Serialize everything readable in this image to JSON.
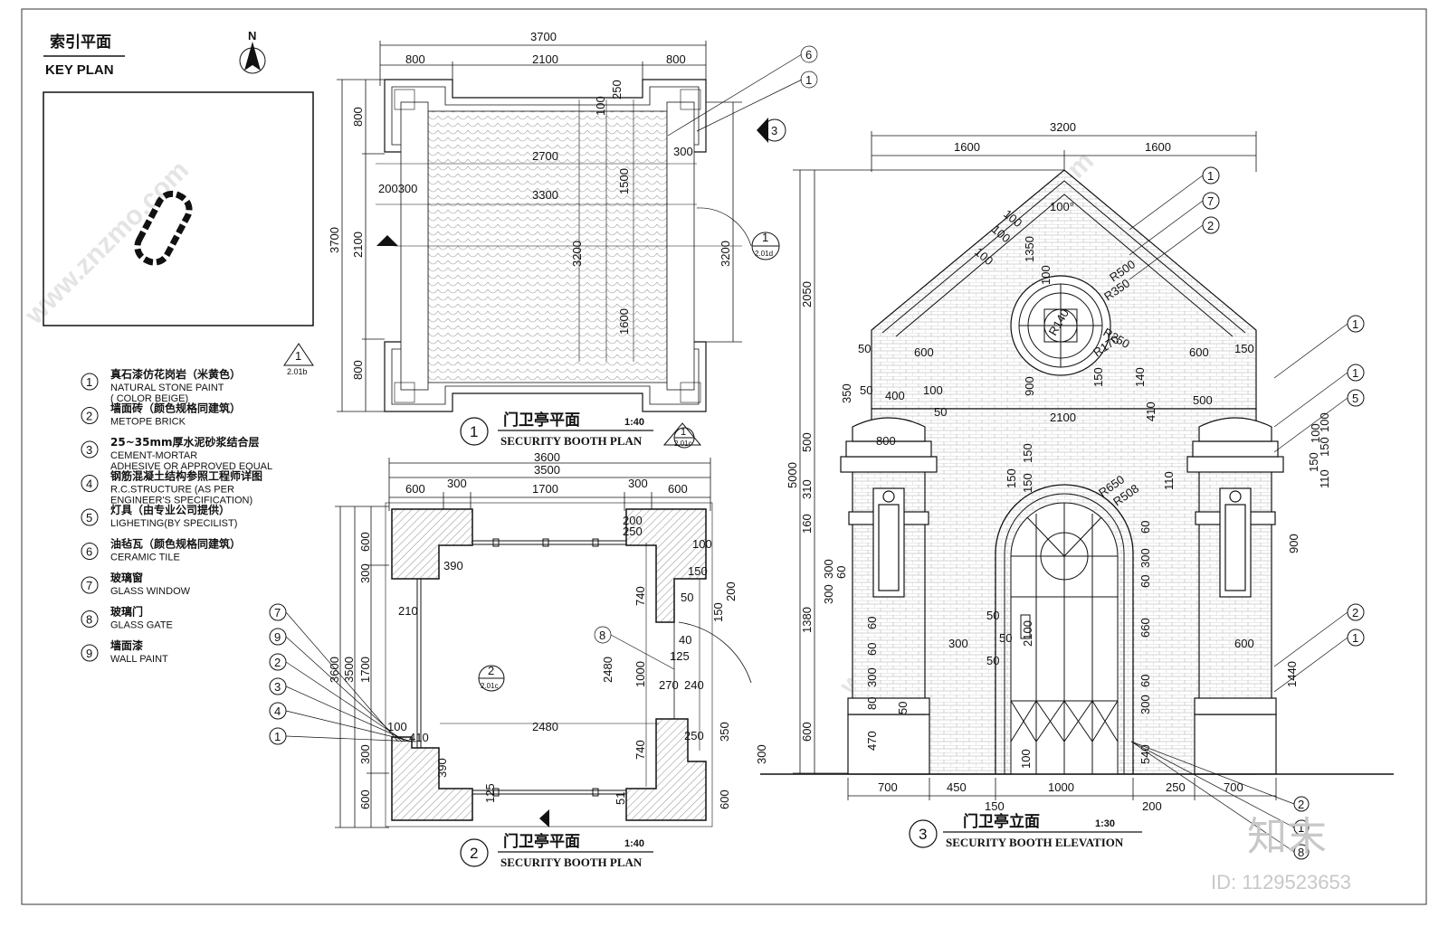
{
  "key_plan": {
    "title_cn": "索引平面",
    "title_en": "KEY PLAN",
    "north": "N",
    "ref_num": "1",
    "ref_sheet": "2.01b"
  },
  "legend": [
    {
      "num": "1",
      "cn": "真石漆仿花岗岩（米黄色）",
      "en": [
        "NATURAL STONE PAINT",
        "( COLOR BEIGE)"
      ]
    },
    {
      "num": "2",
      "cn": "墙面砖（颜色规格同建筑）",
      "en": [
        "METOPE BRICK"
      ]
    },
    {
      "num": "3",
      "cn": "25~35mm厚水泥砂浆结合层",
      "en": [
        "CEMENT-MORTAR",
        "ADHESIVE OR APPROVED EQUAL"
      ]
    },
    {
      "num": "4",
      "cn": "钢筋混凝土结构参照工程师详图",
      "en": [
        "R.C.STRUCTURE (AS PER",
        "ENGINEER'S SPECIFICATION)"
      ]
    },
    {
      "num": "5",
      "cn": "灯具（由专业公司提供）",
      "en": [
        "LIGHETING(BY SPECILIST)"
      ]
    },
    {
      "num": "6",
      "cn": "油毡瓦（颜色规格同建筑）",
      "en": [
        "CERAMIC TILE"
      ]
    },
    {
      "num": "7",
      "cn": "玻璃窗",
      "en": [
        "GLASS WINDOW"
      ]
    },
    {
      "num": "8",
      "cn": "玻璃门",
      "en": [
        "GLASS GATE"
      ]
    },
    {
      "num": "9",
      "cn": "墙面漆",
      "en": [
        "WALL PAINT"
      ]
    }
  ],
  "plan1": {
    "num": "1",
    "title_cn": "门卫亭平面",
    "title_en": "SECURITY BOOTH PLAN",
    "scale": "1:40",
    "dims": {
      "total_w": "3700",
      "side": "800",
      "mid": "2100",
      "d250": "250",
      "d100": "100",
      "d300": "300",
      "d2700": "2700",
      "d1500": "1500",
      "d3300": "3300",
      "d200300": "200300",
      "d3200": "3200",
      "d1600": "1600",
      "h3700": "3700",
      "h800": "800",
      "h2100": "2100"
    },
    "callouts": [
      "6",
      "1"
    ],
    "sec_ref": {
      "num": "3",
      "sheet": ""
    },
    "ref_right": {
      "num": "1",
      "sheet": "2.01d"
    },
    "ref_bottom": {
      "num": "1",
      "sheet": "2.01c"
    }
  },
  "plan2": {
    "num": "2",
    "title_cn": "门卫亭平面",
    "title_en": "SECURITY BOOTH PLAN",
    "scale": "1:40",
    "dims": {
      "w3600": "3600",
      "w3500": "3500",
      "d600": "600",
      "d300": "300",
      "d1700": "1700",
      "d250": "250",
      "d200": "200",
      "d100": "100",
      "d390": "390",
      "d210": "210",
      "d150": "150",
      "d50": "50",
      "d740": "740",
      "d125": "125",
      "d40": "40",
      "d2480": "2480",
      "d1000": "1000",
      "d270": "270",
      "d240": "240",
      "d410": "410",
      "d350": "350",
      "d51": "51",
      "h3600": "3600",
      "h3500": "3500",
      "h1700": "1700"
    },
    "callouts": [
      "7",
      "9",
      "2",
      "3",
      "4",
      "1",
      "8"
    ],
    "ref": {
      "num": "2",
      "sheet": "2.01c"
    }
  },
  "elevation": {
    "num": "3",
    "title_cn": "门卫亭立面",
    "title_en": "SECURITY BOOTH ELEVATION",
    "scale": "1:30",
    "dims": {
      "w3200": "3200",
      "w1600": "1600",
      "angle": "100°",
      "d100": "100",
      "d1350": "1350",
      "d50": "50",
      "r500": "R500",
      "r350": "R350",
      "r140": "R140",
      "r250": "R250",
      "r170": "R170",
      "r650": "R650",
      "r508": "R508",
      "d900": "900",
      "d150": "150",
      "d600": "600",
      "d140": "140",
      "d500": "500",
      "d350": "350",
      "d400": "400",
      "d2100": "2100",
      "d410": "410",
      "d800": "800",
      "d110": "110",
      "d60": "60",
      "d300": "300",
      "d660": "660",
      "d80": "80",
      "d470": "470",
      "d540": "540",
      "d1440": "1440",
      "d700": "700",
      "d450": "450",
      "d1000": "1000",
      "d250": "250",
      "d200": "200",
      "h2050": "2050",
      "h5000": "5000",
      "h310": "310",
      "h160": "160",
      "h1380": "1380",
      "h600": "600"
    },
    "callouts_right": [
      "1",
      "7",
      "2",
      "1",
      "1",
      "5",
      "2",
      "1"
    ],
    "callouts_bottom": [
      "2",
      "1",
      "8"
    ]
  },
  "watermark": {
    "brand": "知末",
    "id": "ID: 1129523653",
    "site": "www.znzmo.com"
  }
}
